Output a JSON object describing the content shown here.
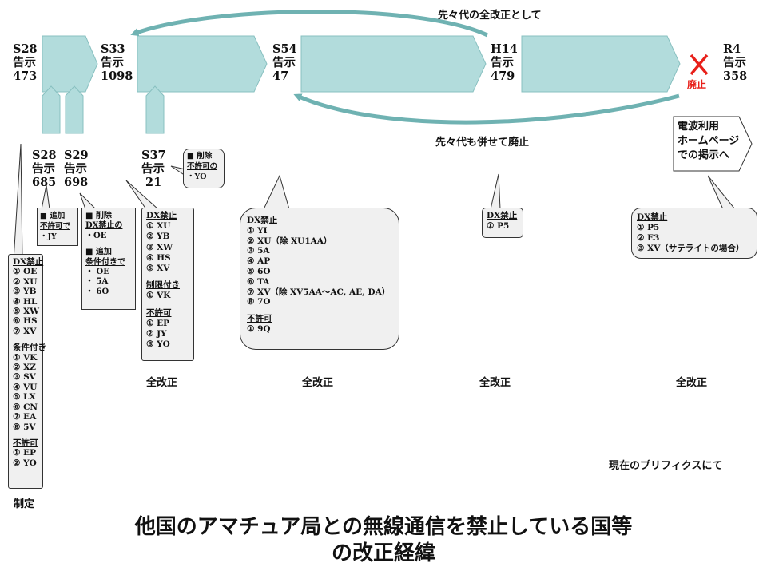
{
  "colors": {
    "shape_fill": "#b2dcdc",
    "shape_stroke": "#88c0c0",
    "abolish_x": "#e8201a",
    "abolish_text": "#e8201a"
  },
  "arrows": {
    "top_label": "先々代の全改正として",
    "bottom_label": "先々代も併せて廃止"
  },
  "timeline": [
    {
      "era": "S28",
      "kind": "告示",
      "number": "473"
    },
    {
      "era": "S33",
      "kind": "告示",
      "number": "1098"
    },
    {
      "era": "S54",
      "kind": "告示",
      "number": "47"
    },
    {
      "era": "H14",
      "kind": "告示",
      "number": "479"
    },
    {
      "era": "R4",
      "kind": "告示",
      "number": "358"
    }
  ],
  "amendments": [
    {
      "era": "S28",
      "kind": "告示",
      "number": "685"
    },
    {
      "era": "S29",
      "kind": "告示",
      "number": "698"
    },
    {
      "era": "S37",
      "kind": "告示",
      "number": "21"
    }
  ],
  "abolish": {
    "icon": "x-mark-icon",
    "label": "廃止"
  },
  "homepage_note": {
    "lines": [
      "電波利用",
      "ホームページ",
      "での掲示へ"
    ]
  },
  "callouts": {
    "s28_473": {
      "sections": [
        {
          "heading": "DX禁止",
          "items": [
            "① OE",
            "② XU",
            "③ YB",
            "④ HL",
            "⑤ XW",
            "⑥ HS",
            "⑦ XV"
          ]
        },
        {
          "heading": "条件付き",
          "items": [
            "① VK",
            "② XZ",
            "③ SV",
            "④ VU",
            "⑤ LX",
            "⑥ CN",
            "⑦ EA",
            "⑧ 5V"
          ]
        },
        {
          "heading": "不許可",
          "items": [
            "① EP",
            "② YO"
          ]
        }
      ]
    },
    "s28_685": {
      "lines": [
        "■ 追加",
        "不許可で",
        "・JY"
      ]
    },
    "s29_698": {
      "blocks": [
        {
          "lines": [
            "■ 削除",
            "DX禁止の",
            "・OE"
          ]
        },
        {
          "lines": [
            "■ 追加",
            "条件付きで",
            "・ OE",
            "・ 5A",
            "・ 6O"
          ]
        }
      ]
    },
    "s37_21_note": {
      "lines": [
        "■ 削除",
        "不許可の",
        "・YO"
      ]
    },
    "s33_1098": {
      "sections": [
        {
          "heading": "DX禁止",
          "items": [
            "① XU",
            "② YB",
            "③ XW",
            "④ HS",
            "⑤ XV"
          ]
        },
        {
          "heading": "制限付き",
          "items": [
            "① VK"
          ]
        },
        {
          "heading": "不許可",
          "items": [
            "① EP",
            "② JY",
            "③ YO"
          ]
        }
      ]
    },
    "s54_47": {
      "sections": [
        {
          "heading": "DX禁止",
          "items": [
            "① YI",
            "② XU（除 XU1AA）",
            "③ 5A",
            "④ AP",
            "⑤ 6O",
            "⑥ TA",
            "⑦ XV（除 XV5AA～AC, AE, DA）",
            "⑧ 7O"
          ]
        },
        {
          "heading": "不許可",
          "items": [
            "① 9Q"
          ]
        }
      ]
    },
    "h14_479": {
      "sections": [
        {
          "heading": "DX禁止",
          "items": [
            "① P5"
          ]
        }
      ]
    },
    "r4_358": {
      "sections": [
        {
          "heading": "DX禁止",
          "items": [
            "① P5",
            "② E3",
            "③ XV（サテライトの場合）"
          ]
        }
      ]
    }
  },
  "revision_labels": {
    "enactment": "制定",
    "full_revision": "全改正"
  },
  "prefix_note": "現在のプリフィクスにて",
  "title": {
    "line1": "他国のアマチュア局との無線通信を禁止している国等",
    "line2": "の改正経緯"
  }
}
